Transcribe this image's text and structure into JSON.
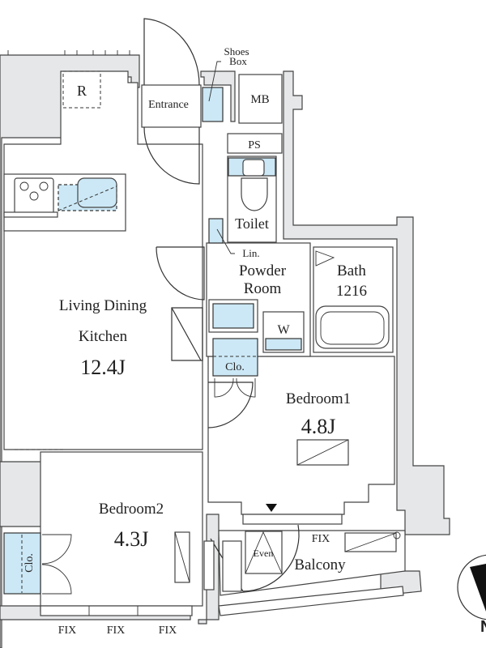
{
  "labels": {
    "shoes": "Shoes",
    "box": "Box",
    "entrance": "Entrance",
    "refrigerator": "R",
    "mb": "MB",
    "ps": "PS",
    "toilet": "Toilet",
    "linen": "Lin.",
    "powder_1": "Powder",
    "powder_2": "Room",
    "bath": "Bath",
    "bath_size": "1216",
    "ldk_1": "Living Dining",
    "ldk_2": "Kitchen",
    "ldk_size": "12.4J",
    "washer": "W",
    "closet_1": "Clo.",
    "bedroom1": "Bedroom1",
    "bedroom1_size": "4.8J",
    "bedroom2": "Bedroom2",
    "bedroom2_size": "4.3J",
    "closet_2": "Clo.",
    "fix_1": "FIX",
    "fix_2": "FIX",
    "fix_3": "FIX",
    "fix_4": "FIX",
    "even": "Even",
    "balcony": "Balcony",
    "north": "N"
  },
  "colors": {
    "wall": "#e6e7e8",
    "fixture_blue": "#cce8f6",
    "line": "#333333"
  }
}
